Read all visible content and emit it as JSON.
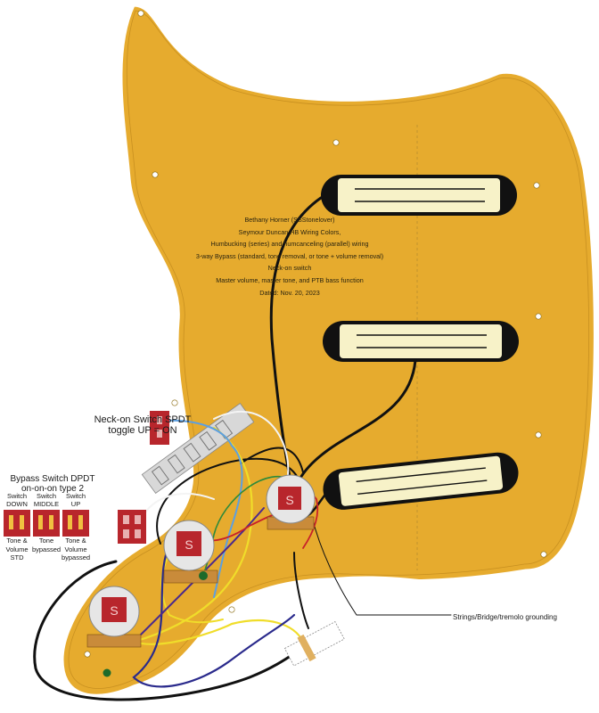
{
  "credits": [
    "Bethany Horner (SSStonelover)",
    "Seymour Duncan HB Wiring Colors,",
    "Humbucking (series) and humcanceling (parallel) wiring",
    "3-way Bypass (standard, tone removal, or tone + volume removal)",
    "Neck-on switch",
    "Master volume, master tone, and PTB bass function",
    "Dated: Nov. 20, 2023"
  ],
  "neck_switch": {
    "title_line1": "Neck-on Switch SPDT",
    "title_line2": "toggle UP = ON"
  },
  "bypass_switch": {
    "title_line1": "Bypass Switch DPDT",
    "title_line2": "on-on-on type 2",
    "positions": [
      {
        "head1": "Switch",
        "head2": "DOWN",
        "cap1": "Tone &",
        "cap2": "Volume",
        "cap3": "STD"
      },
      {
        "head1": "Switch",
        "head2": "MIDDLE",
        "cap1": "Tone",
        "cap2": "bypassed",
        "cap3": ""
      },
      {
        "head1": "Switch",
        "head2": "UP",
        "cap1": "Tone &",
        "cap2": "Volume",
        "cap3": "bypassed"
      }
    ]
  },
  "ground_label": "Strings/Bridge/tremolo grounding",
  "colors": {
    "pickguard": "#e6ab2e",
    "pickguard_edge": "#ffffff",
    "pickup_cover": "#f7f2c8",
    "pickup_bobbin": "#111111",
    "switch_red": "#b8262c",
    "wire_black": "#111111",
    "wire_yellow": "#f0dd2a",
    "wire_blue": "#5d9fe0",
    "wire_navy": "#2a2a8c",
    "wire_purple": "#4b2a8c",
    "wire_red": "#c8202a",
    "wire_green": "#2e8a3a",
    "wire_white": "#f4f4f4"
  }
}
